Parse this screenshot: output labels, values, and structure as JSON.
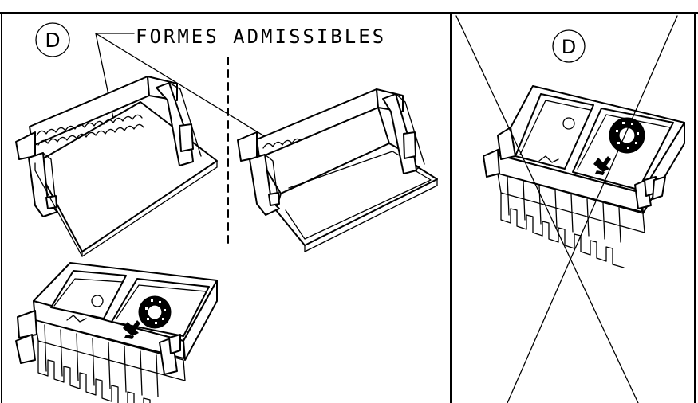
{
  "title": "FORMES ADMISSIBLES",
  "callouts": {
    "left": "D",
    "right": "D"
  },
  "colors": {
    "ink": "#000000",
    "paper": "#ffffff"
  }
}
